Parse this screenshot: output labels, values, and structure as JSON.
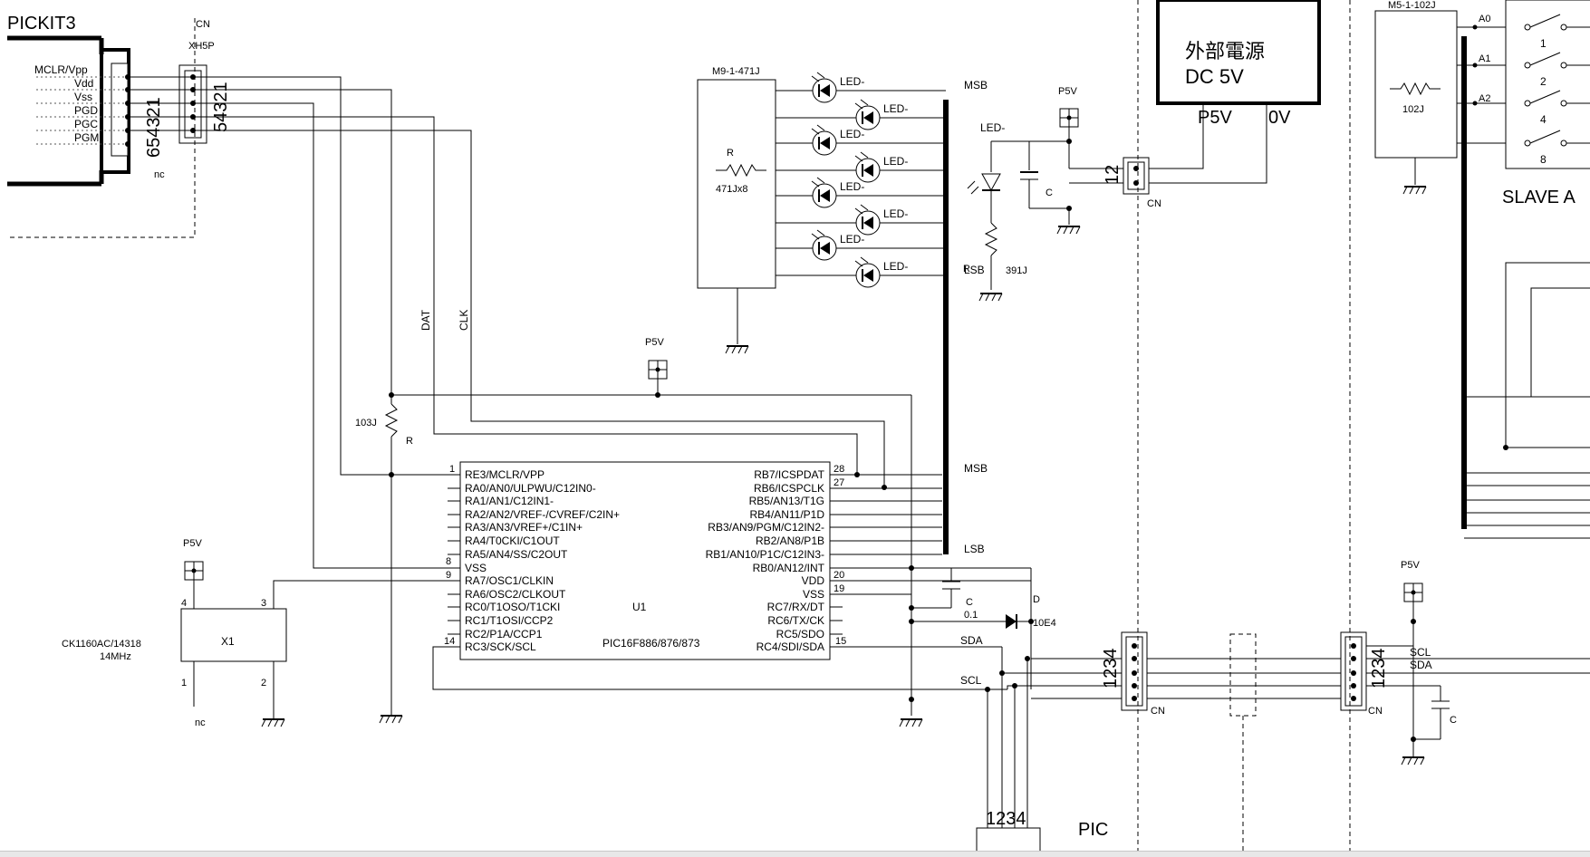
{
  "title": "PICKIT3",
  "labels": {
    "cn": "CN",
    "xh5p": "XH5P",
    "nc": "nc",
    "p5v": "P5V",
    "dat": "DAT",
    "clk": "CLK",
    "r": "R",
    "r_103j": "103J",
    "c": "C",
    "c_01": "0.1",
    "d": "D",
    "d_10e4": "10E4",
    "msb": "MSB",
    "lsb": "LSB",
    "sda": "SDA",
    "scl": "SCL",
    "pic": "PIC",
    "slave": "SLAVE A",
    "zero_v": "0V",
    "gnd_minus": "LED-",
    "r_391j": "391J",
    "m9": "M9-1-471J",
    "r_471jx8": "471Jx8",
    "m5": "M5-1-102J",
    "r_102j": "102J"
  },
  "pickit_pins": [
    "MCLR/Vpp",
    "Vdd",
    "Vss",
    "PGD",
    "PGC",
    "PGM"
  ],
  "pickit_numbers": "654321",
  "xh5p_numbers": "54321",
  "power": {
    "title": "外部電源",
    "subtitle": "DC 5V"
  },
  "oscillator": {
    "name": "X1",
    "part": "CK1160AC/14318",
    "freq": "14MHz",
    "pins": [
      "4",
      "3",
      "1",
      "2"
    ]
  },
  "mcu": {
    "ref": "U1",
    "part": "PIC16F886/876/873",
    "left_pins": [
      "RE3/MCLR/VPP",
      "RA0/AN0/ULPWU/C12IN0-",
      "RA1/AN1/C12IN1-",
      "RA2/AN2/VREF-/CVREF/C2IN+",
      "RA3/AN3/VREF+/C1IN+",
      "RA4/T0CKI/C1OUT",
      "RA5/AN4/SS/C2OUT",
      "VSS",
      "RA7/OSC1/CLKIN",
      "RA6/OSC2/CLKOUT",
      "RC0/T1OSO/T1CKI",
      "RC1/T1OSI/CCP2",
      "RC2/P1A/CCP1",
      "RC3/SCK/SCL"
    ],
    "right_pins": [
      "RB7/ICSPDAT",
      "RB6/ICSPCLK",
      "RB5/AN13/T1G",
      "RB4/AN11/P1D",
      "RB3/AN9/PGM/C12IN2-",
      "RB2/AN8/P1B",
      "RB1/AN10/P1C/C12IN3-",
      "RB0/AN12/INT",
      "VDD",
      "VSS",
      "RC7/RX/DT",
      "RC6/TX/CK",
      "RC5/SDO",
      "RC4/SDI/SDA"
    ],
    "left_nums": {
      "p1": "1",
      "p8": "8",
      "p9": "9",
      "p14": "14"
    },
    "right_nums": {
      "p28": "28",
      "p27": "27",
      "p20": "20",
      "p19": "19",
      "p15": "15"
    }
  },
  "led_label": "LED-",
  "connector_nums": {
    "cn12": "12",
    "cn1234": "1234",
    "a0": "A0",
    "a1": "A1",
    "a2": "A2"
  },
  "dip_numbers": [
    "1",
    "2",
    "4",
    "8"
  ]
}
